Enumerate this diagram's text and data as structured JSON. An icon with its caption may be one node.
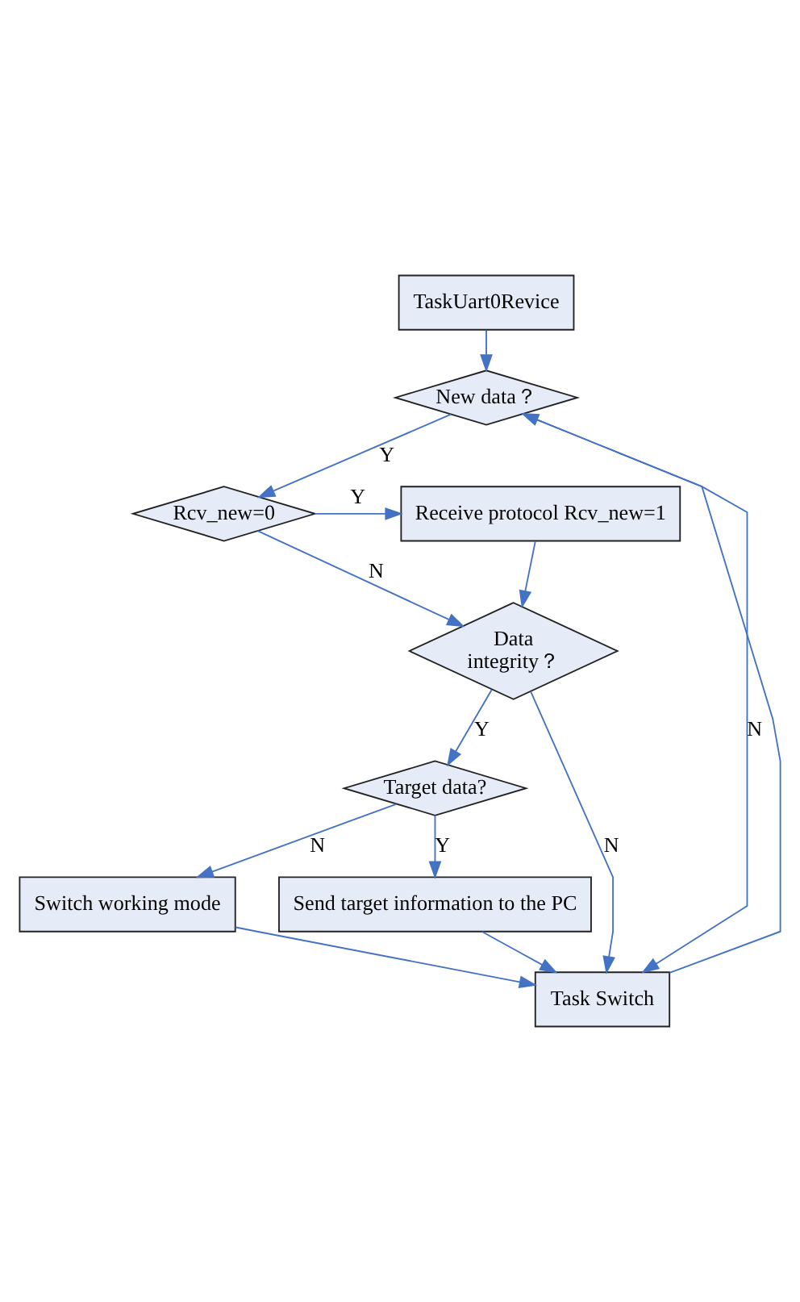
{
  "diagram": {
    "nodes": [
      {
        "text": [
          "TaskUart0Revice"
        ]
      },
      {
        "text": [
          "New data？"
        ]
      },
      {
        "text": [
          "Rcv_new=0"
        ]
      },
      {
        "text": [
          "Receive protocol Rcv_new=1"
        ]
      },
      {
        "text": [
          "Data integrity？"
        ]
      },
      {
        "text": [
          "Target data?"
        ]
      },
      {
        "text": [
          "Send target information to the PC"
        ]
      },
      {
        "text": [
          "Switch working mode"
        ]
      },
      {
        "text": [
          "Task Switch"
        ]
      }
    ],
    "edges": [
      {
        "from": 0,
        "to": 1,
        "arrow": "to"
      },
      {
        "from": 1,
        "to": 2,
        "arrow": "to",
        "label": "Y"
      },
      {
        "from": 2,
        "to": 3,
        "arrow": "to",
        "label": "Y"
      },
      {
        "from": 2,
        "to": 4,
        "arrow": "to",
        "label": "N"
      },
      {
        "from": 3,
        "to": 4,
        "arrow": "to"
      },
      {
        "from": 4,
        "to": 5,
        "arrow": "to",
        "label": "Y"
      },
      {
        "from": 5,
        "to": 6,
        "arrow": "to",
        "label": "Y"
      },
      {
        "from": 5,
        "to": 7,
        "arrow": "to",
        "label": "N"
      },
      {
        "from": 6,
        "to": 8,
        "arrow": "to"
      },
      {
        "from": 7,
        "to": 8,
        "arrow": "to"
      },
      {
        "from": 1,
        "to": 8,
        "arrow": "to",
        "label": "N"
      },
      {
        "from": 4,
        "to": 8,
        "arrow": "to",
        "label": "N"
      },
      {
        "from": 8,
        "to": 1,
        "arrow": "to"
      }
    ]
  }
}
